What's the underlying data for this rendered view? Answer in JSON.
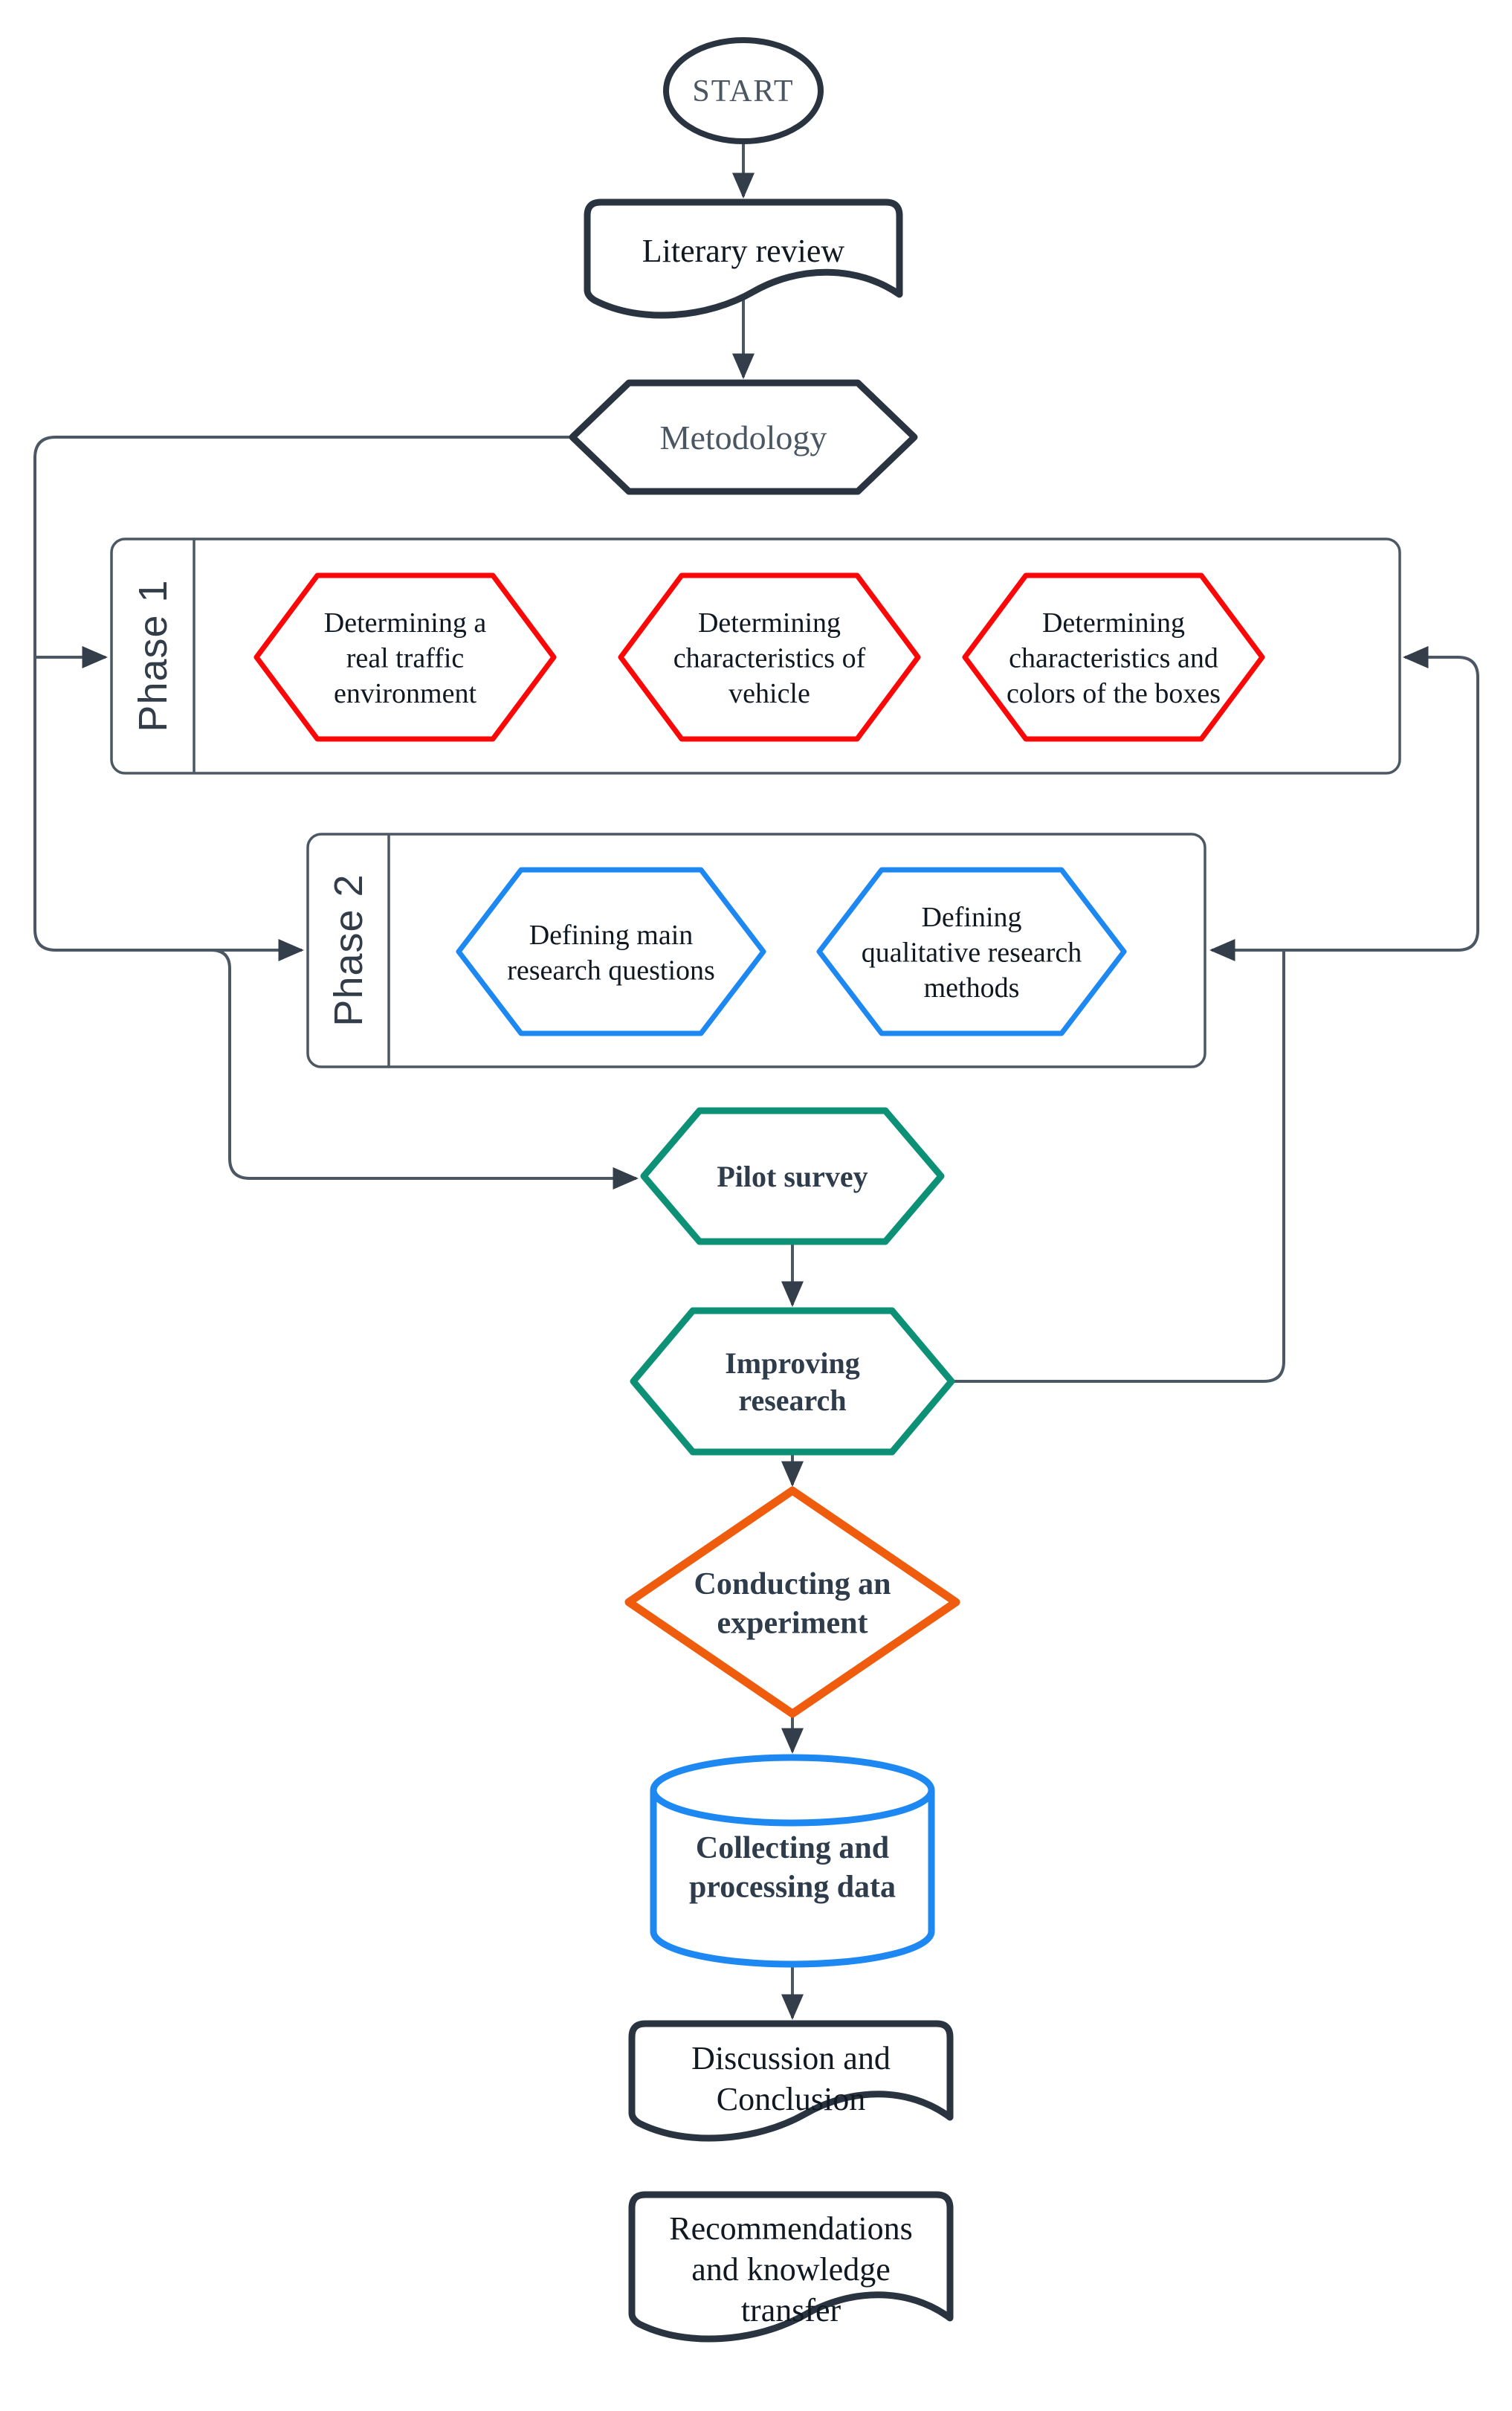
{
  "flowchart": {
    "colors": {
      "dark": "#2a3440",
      "frame": "#4c5764",
      "connector": "#4c5764",
      "arrowhead": "#333e4a",
      "red": "#fb0707",
      "blue": "#1d87f2",
      "green": "#0c9076",
      "orange": "#ef5c0e",
      "text_dark": "#101922",
      "text_muted": "#4b5663"
    },
    "nodes": {
      "start": {
        "shape": "ellipse",
        "label": "START"
      },
      "literary_review": {
        "shape": "document",
        "label": "Literary review"
      },
      "metodology": {
        "shape": "hexagon",
        "label": "Metodology"
      },
      "phase1": {
        "label": "Phase 1",
        "steps": [
          {
            "shape": "hexagon",
            "label": "Determining a\nreal traffic\nenvironment"
          },
          {
            "shape": "hexagon",
            "label": "Determining\ncharacteristics of\nvehicle"
          },
          {
            "shape": "hexagon",
            "label": "Determining\ncharacteristics and\ncolors of the boxes"
          }
        ]
      },
      "phase2": {
        "label": "Phase 2",
        "steps": [
          {
            "shape": "hexagon",
            "label": "Defining main\nresearch questions"
          },
          {
            "shape": "hexagon",
            "label": "Defining\nqualitative research\nmethods"
          }
        ]
      },
      "pilot_survey": {
        "shape": "hexagon",
        "label": "Pilot survey"
      },
      "improving_research": {
        "shape": "hexagon",
        "label": "Improving\nresearch"
      },
      "conducting_experiment": {
        "shape": "diamond",
        "label": "Conducting an\nexperiment"
      },
      "collecting_processing_data": {
        "shape": "cylinder",
        "label": "Collecting and\nprocessing data"
      },
      "discussion_conclusion": {
        "shape": "document",
        "label": "Discussion and\nConclusion"
      },
      "recommendations": {
        "shape": "document",
        "label": "Recommendations\nand knowledge\ntransfer"
      }
    }
  }
}
